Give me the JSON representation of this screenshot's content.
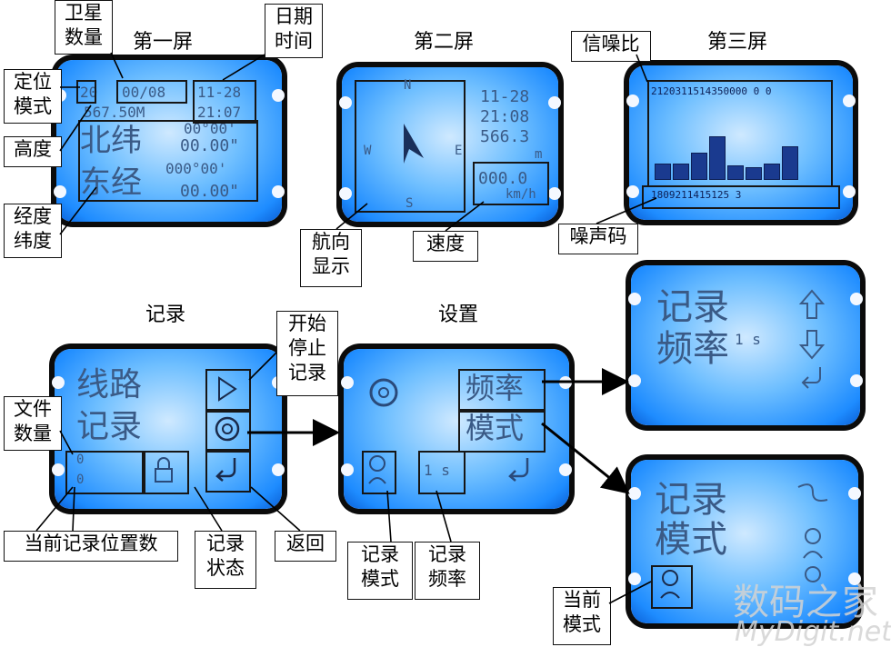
{
  "titles": {
    "screen1": "第一屏",
    "screen2": "第二屏",
    "screen3": "第三屏",
    "record": "记录",
    "settings": "设置"
  },
  "screen1": {
    "mode": "20",
    "satellites": "00/08",
    "date": "11-28",
    "altitude": "567.50M",
    "time": "21:07",
    "lat_label": "北纬",
    "lat_value_deg": "00°00'",
    "lat_value_sec": "00.00\"",
    "lon_label": "东经",
    "lon_value_deg": "000°00'",
    "lon_value_sec": "00.00\""
  },
  "screen2": {
    "date": "11-28",
    "time": "21:08",
    "altitude": "566.3",
    "unit_m": "m",
    "speed": "000.0",
    "speed_unit": "km/h",
    "north": "N",
    "south": "S",
    "west": "W",
    "east": "E"
  },
  "screen3": {
    "snr_row": "2120311514350000 0 0",
    "noise_row": "1809211415125 3",
    "bar_levels": [
      0.35,
      0.35,
      0.6,
      1.0,
      0.3,
      0.25,
      0.35,
      0.75
    ]
  },
  "record": {
    "line1": "线路",
    "line2": "记录",
    "file_count": "0",
    "position_count": "0"
  },
  "settings": {
    "freq_btn": "频率",
    "mode_btn": "模式",
    "freq_value": "1 s"
  },
  "detail_freq": {
    "line1": "记录",
    "line2": "频率",
    "value": "1 s"
  },
  "detail_mode": {
    "line1": "记录",
    "line2": "模式"
  },
  "callouts": {
    "sat_count": "卫星\n数量",
    "datetime": "日期\n时间",
    "fix_mode": "定位\n模式",
    "altitude": "高度",
    "lonlat": "经度\n纬度",
    "heading": "航向\n显示",
    "speed": "速度",
    "snr": "信噪比",
    "noise_code": "噪声码",
    "start_stop": "开始\n停止\n记录",
    "file_count": "文件\n数量",
    "current_pos": "当前记录位置数",
    "rec_status": "记录\n状态",
    "back": "返回",
    "rec_mode": "记录\n模式",
    "rec_freq": "记录\n频率",
    "current_mode": "当前\n模式"
  },
  "watermark": {
    "cn": "数码之家",
    "en": "MyDigit.net"
  }
}
